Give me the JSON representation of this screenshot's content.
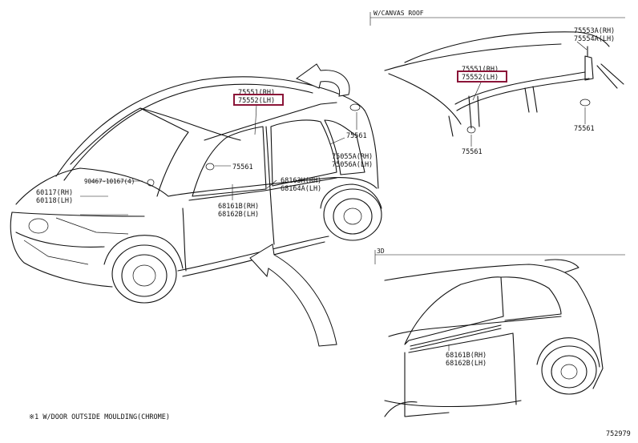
{
  "diagram": {
    "main_labels": {
      "roof_rh": "75551(RH)",
      "roof_lh": "75552(LH)",
      "clip_a": "75561",
      "clip_b": "75561",
      "rear_rh": "75055A(RH)",
      "rear_lh": "75056A(LH)",
      "emb_rh": "60117(RH)",
      "emb_lh": "60118(LH)",
      "screw": "90467-10167(4)",
      "win_rh": "68163H(RH)",
      "win_lh": "68164A(LH)",
      "belt_rh": "68161B(RH)",
      "belt_lh": "68162B(LH)"
    },
    "canvas_roof": {
      "header": "W/CANVAS ROOF",
      "roof_rh": "75551(RH)",
      "roof_lh": "75552(LH)",
      "rear_rh": "75553A(RH)",
      "rear_lh": "75554A(LH)",
      "clip_right": "75561",
      "clip_left": "75561"
    },
    "three_door": {
      "header": "3D",
      "belt_rh": "68161B(RH)",
      "belt_lh": "68162B(LH)"
    },
    "footnote": "※1 W/DOOR OUTSIDE MOULDING(CHROME)",
    "diagram_id": "752979",
    "highlight_color": "#8b1538"
  }
}
